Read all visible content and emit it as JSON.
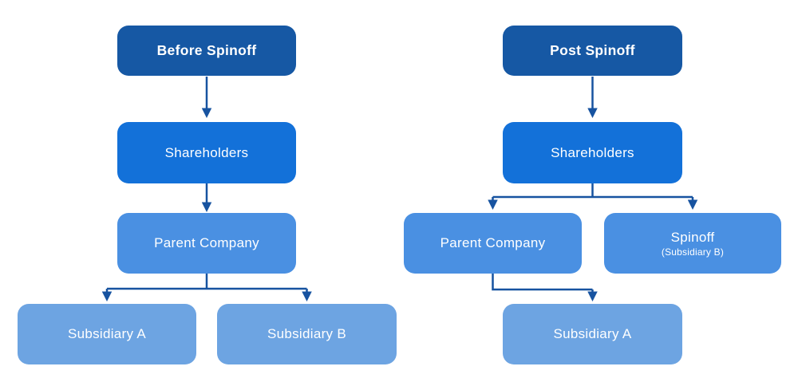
{
  "colors": {
    "level1": "#1658A4",
    "level2": "#1371D9",
    "level3": "#4A90E2",
    "level4": "#6DA4E2",
    "connector": "#1753A0",
    "background": "#FFFFFF",
    "text": "#FFFFFF"
  },
  "charts": [
    {
      "id": "before",
      "title": "Before Spinoff",
      "nodes": {
        "shareholders": {
          "label": "Shareholders"
        },
        "parent": {
          "label": "Parent Company"
        },
        "sub_a": {
          "label": "Subsidiary A"
        },
        "sub_b": {
          "label": "Subsidiary B"
        }
      }
    },
    {
      "id": "post",
      "title": "Post Spinoff",
      "nodes": {
        "shareholders": {
          "label": "Shareholders"
        },
        "parent": {
          "label": "Parent Company"
        },
        "spinoff": {
          "label": "Spinoff",
          "sublabel": "(Subsidiary B)"
        },
        "sub_a": {
          "label": "Subsidiary A"
        }
      }
    }
  ]
}
